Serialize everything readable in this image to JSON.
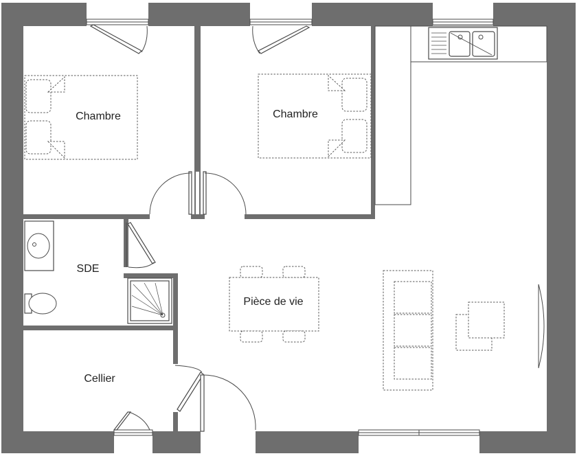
{
  "rooms": {
    "bedroom_left": "Chambre",
    "bedroom_right": "Chambre",
    "bathroom": "SDE",
    "living": "Pièce de vie",
    "storage": "Cellier"
  },
  "colors": {
    "wall": "#6e6e6e",
    "line": "#4a4a4a",
    "background": "#ffffff"
  },
  "icons": [
    "bed-icon",
    "sink-icon",
    "toilet-icon",
    "shower-icon",
    "kitchen-sink-icon",
    "stove-icon",
    "table-icon",
    "chair-icon",
    "sofa-icon",
    "armchair-icon",
    "door-icon",
    "window-icon"
  ]
}
